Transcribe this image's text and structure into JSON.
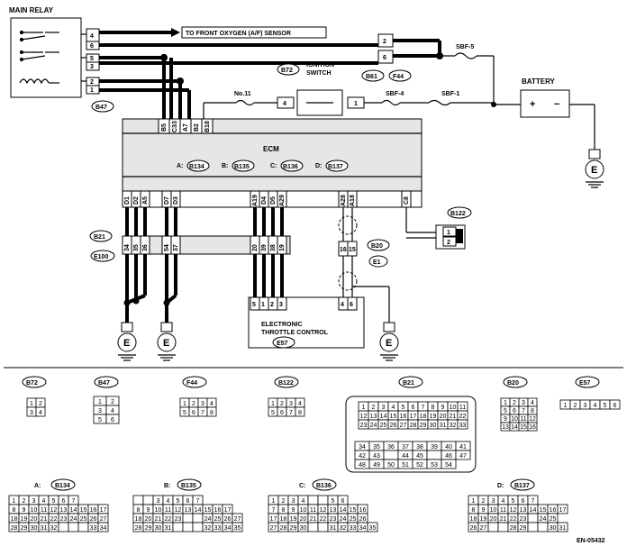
{
  "labels": {
    "main_relay": "MAIN RELAY",
    "to_sensor": "TO FRONT OXYGEN (A/F) SENSOR",
    "ignition_switch_1": "IGNITION",
    "ignition_switch_2": "SWITCH",
    "battery": "BATTERY",
    "ecm": "ECM",
    "etc_1": "ELECTRONIC",
    "etc_2": "THROTTLE CONTROL",
    "fuse_no11": "No.11",
    "sbf5": "SBF-5",
    "sbf4": "SBF-4",
    "sbf1": "SBF-1",
    "doc_code": "EN-05432",
    "ecm_a": "A:",
    "ecm_b": "B:",
    "ecm_c": "C:",
    "ecm_d": "D:",
    "ground": "E"
  },
  "connectors": {
    "B47": "B47",
    "B72": "B72",
    "B61": "B61",
    "F44": "F44",
    "B134": "B134",
    "B135": "B135",
    "B136": "B136",
    "B137": "B137",
    "B122": "B122",
    "B21": "B21",
    "E100": "E100",
    "B20": "B20",
    "E1": "E1",
    "E57": "E57"
  },
  "relay_pins": [
    "4",
    "6",
    "5",
    "3",
    "2",
    "1"
  ],
  "relay_conn_pins": [
    "2",
    "6"
  ],
  "ign_pins": [
    "4",
    "1"
  ],
  "ecm_top_pins": [
    "B5",
    "C33",
    "A7",
    "B2",
    "B18"
  ],
  "ecm_bottom_pins": [
    "D1",
    "D2",
    "A5",
    "D7",
    "D3",
    "A19",
    "D4",
    "D5",
    "A29",
    "A28",
    "A18",
    "C8"
  ],
  "b21_pins": [
    "34",
    "35",
    "36",
    "54",
    "37",
    "20",
    "39",
    "38",
    "19"
  ],
  "b20_pins": [
    "16",
    "15"
  ],
  "b122_pins": [
    "1",
    "2"
  ],
  "etc_pins": [
    "5",
    "1",
    "2",
    "3",
    "4",
    "6"
  ],
  "grid_b72": [
    [
      "1",
      "2"
    ],
    [
      "3",
      "4"
    ]
  ],
  "grid_b47": [
    [
      "1",
      "2"
    ],
    [
      "3",
      "4"
    ],
    [
      "5",
      "6"
    ]
  ],
  "grid_f44": [
    [
      "1",
      "2",
      "3",
      "4"
    ],
    [
      "5",
      "6",
      "7",
      "8"
    ]
  ],
  "grid_b122": [
    [
      "1",
      "2",
      "3",
      "4"
    ],
    [
      "5",
      "6",
      "7",
      "8"
    ]
  ],
  "grid_b20": [
    [
      "1",
      "2",
      "3",
      "4"
    ],
    [
      "5",
      "6",
      "7",
      "8"
    ],
    [
      "9",
      "10",
      "11",
      "12"
    ],
    [
      "13",
      "14",
      "15",
      "16"
    ]
  ],
  "grid_e57": [
    [
      "1",
      "2",
      "3",
      "4",
      "5",
      "6"
    ]
  ],
  "grid_b21_top": [
    [
      "1",
      "2",
      "3",
      "4",
      "5",
      "6",
      "7",
      "8",
      "9",
      "10",
      "11"
    ],
    [
      "12",
      "13",
      "14",
      "15",
      "16",
      "17",
      "18",
      "19",
      "20",
      "21",
      "22"
    ],
    [
      "23",
      "24",
      "25",
      "26",
      "27",
      "28",
      "29",
      "30",
      "31",
      "32",
      "33"
    ]
  ],
  "grid_b21_bot": [
    [
      "34",
      "35",
      "36",
      "37",
      "38",
      "39",
      "40",
      "41"
    ],
    [
      "42",
      "43",
      "",
      "44",
      "45",
      "",
      "46",
      "47"
    ],
    [
      "48",
      "49",
      "50",
      "51",
      "52",
      "53",
      "54"
    ]
  ],
  "grid_b134": [
    [
      "1",
      "2",
      "3",
      "4",
      "5",
      "6",
      "7"
    ],
    [
      "8",
      "9",
      "10",
      "11",
      "12",
      "13",
      "14",
      "15",
      "16",
      "17"
    ],
    [
      "18",
      "19",
      "20",
      "21",
      "22",
      "23",
      "24",
      "25",
      "26",
      "27"
    ],
    [
      "28",
      "29",
      "30",
      "31",
      "32",
      "",
      "",
      "",
      "33",
      "34"
    ]
  ],
  "grid_b135": [
    [
      "",
      "",
      "3",
      "4",
      "5",
      "6",
      "7"
    ],
    [
      "8",
      "9",
      "10",
      "11",
      "12",
      "13",
      "14",
      "15",
      "16",
      "17"
    ],
    [
      "18",
      "20",
      "21",
      "22",
      "23",
      "",
      "",
      "24",
      "25",
      "26",
      "27"
    ],
    [
      "28",
      "29",
      "30",
      "31",
      "",
      "",
      "",
      "32",
      "33",
      "34",
      "35"
    ]
  ],
  "grid_b136": [
    [
      "1",
      "2",
      "3",
      "4",
      "",
      "",
      "5",
      "6"
    ],
    [
      "7",
      "8",
      "9",
      "10",
      "11",
      "12",
      "13",
      "14",
      "15",
      "16"
    ],
    [
      "17",
      "18",
      "19",
      "20",
      "21",
      "22",
      "23",
      "24",
      "25",
      "26"
    ],
    [
      "27",
      "28",
      "29",
      "30",
      "",
      "",
      "31",
      "32",
      "33",
      "34",
      "35"
    ]
  ],
  "grid_b137": [
    [
      "1",
      "2",
      "3",
      "4",
      "5",
      "6",
      "7"
    ],
    [
      "8",
      "9",
      "10",
      "11",
      "12",
      "13",
      "14",
      "15",
      "16",
      "17"
    ],
    [
      "18",
      "19",
      "20",
      "21",
      "22",
      "23",
      "",
      "24",
      "25"
    ],
    [
      "26",
      "27",
      "",
      "",
      "28",
      "29",
      "",
      "",
      "30",
      "31"
    ]
  ]
}
